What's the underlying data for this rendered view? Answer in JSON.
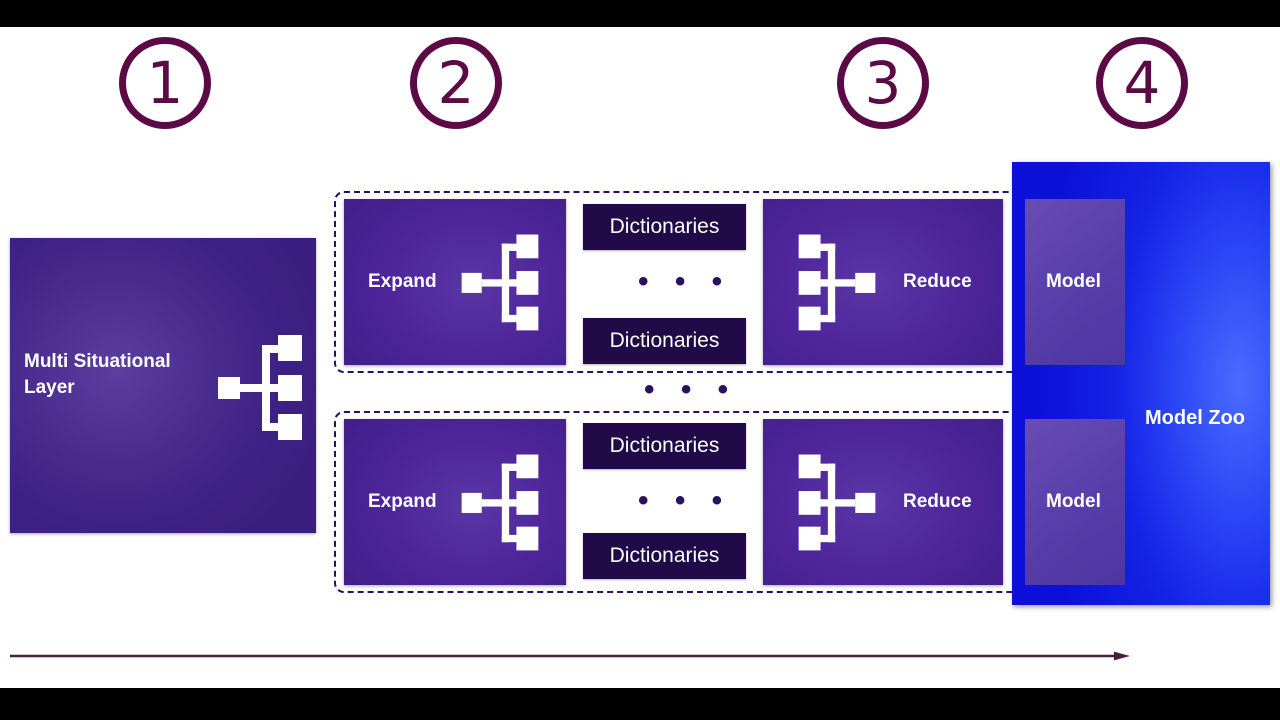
{
  "diagram": {
    "title": "Multi Situational Layer to Model Zoo pipeline",
    "colors": {
      "step_circle": "#5b0a45",
      "panel_purple": "#4d2599",
      "dictionary_navy": "#200b48",
      "model_zoo_blue": "#1423e6",
      "group_frame": "#2b1060",
      "arrow": "#4b1d3f",
      "text_on_dark": "#ffffff",
      "canvas": "#ffffff",
      "letterbox": "#000000"
    },
    "steps": [
      {
        "number": "1",
        "name": "step-1"
      },
      {
        "number": "2",
        "name": "step-2"
      },
      {
        "number": "3",
        "name": "step-3"
      },
      {
        "number": "4",
        "name": "step-4"
      }
    ],
    "stage1": {
      "label_line1": "Multi Situational",
      "label_line2": "Layer",
      "icon": "hierarchy-expand-icon"
    },
    "pipelines": [
      {
        "expand_label": "Expand",
        "expand_icon": "hierarchy-expand-icon",
        "dictionaries": [
          "Dictionaries",
          "Dictionaries"
        ],
        "dict_ellipsis": "• • •",
        "reduce_label": "Reduce",
        "reduce_icon": "hierarchy-reduce-icon",
        "model_label": "Model"
      },
      {
        "expand_label": "Expand",
        "expand_icon": "hierarchy-expand-icon",
        "dictionaries": [
          "Dictionaries",
          "Dictionaries"
        ],
        "dict_ellipsis": "• • •",
        "reduce_label": "Reduce",
        "reduce_icon": "hierarchy-reduce-icon",
        "model_label": "Model"
      }
    ],
    "between_rows_ellipsis": "• • •",
    "model_zoo_label": "Model Zoo",
    "flow_arrow": {
      "name": "flow-arrow-right",
      "direction": "left-to-right"
    }
  }
}
